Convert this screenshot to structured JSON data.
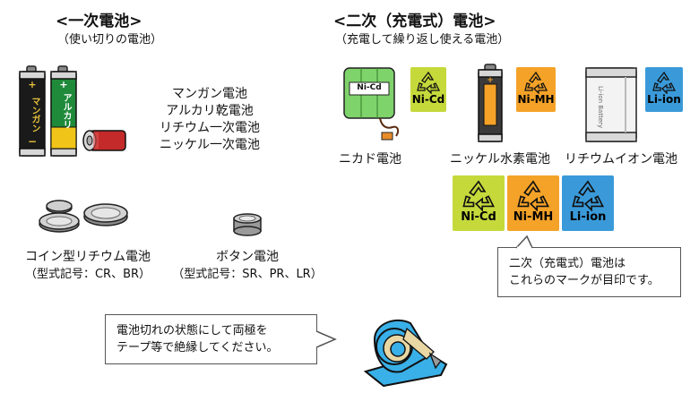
{
  "primary": {
    "title": "<一次電池>",
    "subtitle": "（使い切りの電池）",
    "battery_types": [
      "マンガン電池",
      "アルカリ乾電池",
      "リチウム一次電池",
      "ニッケル一次電池"
    ],
    "manganese_label": "マンガン",
    "alkaline_label": "アルカリ",
    "coin": {
      "name": "コイン型リチウム電池",
      "type": "（型式記号：CR、BR）"
    },
    "button": {
      "name": "ボタン電池",
      "type": "（型式記号：SR、PR、LR）"
    }
  },
  "secondary": {
    "title": "<二次（充電式）電池>",
    "subtitle": "（充電して繰り返し使える電池）",
    "nicd_label": "ニカド電池",
    "nimh_label": "ニッケル水素電池",
    "liion_label": "リチウムイオン電池",
    "pack_label": "Ni-Cd",
    "liion_cell_label": "Li-ion Battery",
    "marks": [
      {
        "code": "Ni-Cd",
        "color": "#c5d93b"
      },
      {
        "code": "Ni-MH",
        "color": "#f4a228"
      },
      {
        "code": "Li-ion",
        "color": "#3a9ad9"
      }
    ],
    "note_lines": [
      "二次（充電式）電池は",
      "これらのマークが目印です。"
    ]
  },
  "disposal": {
    "note_lines": [
      "電池切れの状態にして両極を",
      "テープ等で絶縁してください。"
    ]
  }
}
